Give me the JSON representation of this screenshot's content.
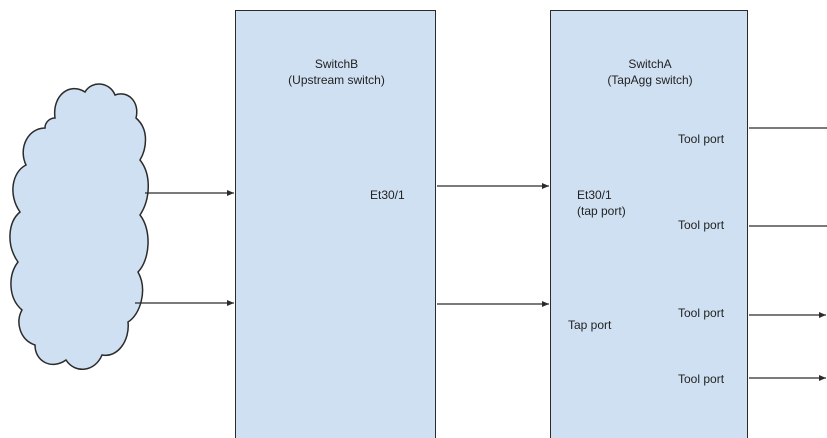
{
  "switch_b": {
    "name": "SwitchB",
    "role": "(Upstream switch)",
    "port_label": "Et30/1"
  },
  "switch_a": {
    "name": "SwitchA",
    "role": "(TapAgg switch)",
    "ingress_port": "Et30/1",
    "ingress_port_type": "(tap port)",
    "tap_port": "Tap port",
    "tool_ports": [
      "Tool port",
      "Tool port",
      "Tool port",
      "Tool port"
    ]
  },
  "colors": {
    "switch_fill": "#cfe0f3",
    "cloud_fill": "#cfe0f3",
    "stroke": "#2b2b2b"
  }
}
